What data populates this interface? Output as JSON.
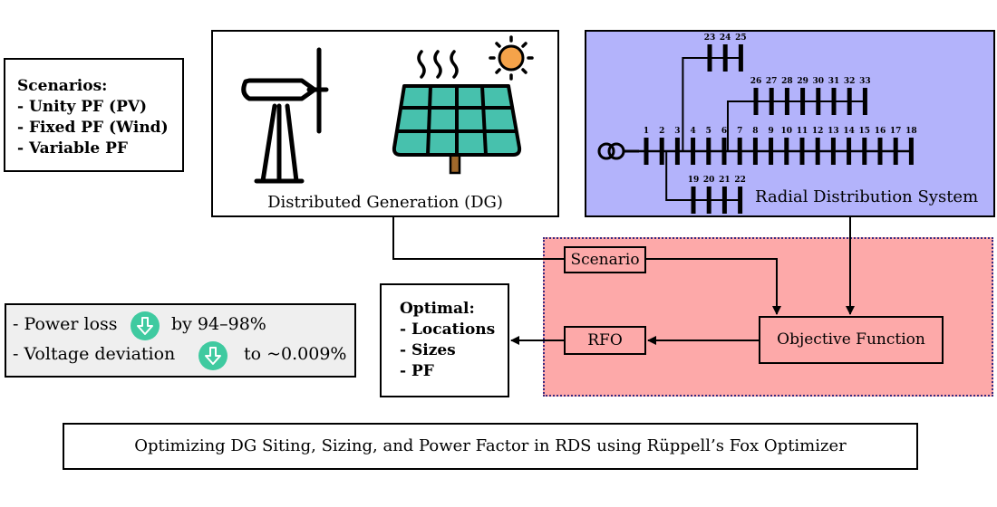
{
  "scenarios": {
    "heading": "Scenarios:",
    "items": [
      "- Unity PF (PV)",
      "- Fixed PF (Wind)",
      "- Variable PF"
    ]
  },
  "dg": {
    "title": "Distributed Generation (DG)",
    "icons": [
      "wind-turbine-icon",
      "solar-panel-icon",
      "sun-icon",
      "heat-waves-icon"
    ]
  },
  "rds": {
    "title": "Radial Distribution System",
    "main_feeder_buses": [
      "1",
      "2",
      "3",
      "4",
      "5",
      "6",
      "7",
      "8",
      "9",
      "10",
      "11",
      "12",
      "13",
      "14",
      "15",
      "16",
      "17",
      "18"
    ],
    "lateral_a_buses": [
      "19",
      "20",
      "21",
      "22"
    ],
    "lateral_b_buses": [
      "23",
      "24",
      "25"
    ],
    "lateral_c_buses": [
      "26",
      "27",
      "28",
      "29",
      "30",
      "31",
      "32",
      "33"
    ],
    "icons": [
      "transformer-icon"
    ]
  },
  "flow": {
    "scenario_label": "Scenario",
    "objective_label": "Objective Function",
    "rfo_label": "RFO"
  },
  "optimal": {
    "heading": "Optimal:",
    "items": [
      "- Locations",
      "- Sizes",
      "- PF"
    ]
  },
  "results": {
    "power_loss_prefix": "- Power loss",
    "power_loss_suffix": "by 94–98%",
    "voltage_prefix": "- Voltage deviation",
    "voltage_suffix": "to ~0.009%",
    "icons": [
      "arrow-down-icon"
    ]
  },
  "title": "Optimizing DG Siting, Sizing, and Power Factor in RDS using Rüppell’s Fox Optimizer",
  "colors": {
    "rds_background": "#b3b3fb",
    "optimization_region": "#fda9a9",
    "results_background": "#efefef",
    "solar_panel": "#47c1ad",
    "sun": "#f5a34a",
    "down_badge": "#3fcaa0"
  }
}
